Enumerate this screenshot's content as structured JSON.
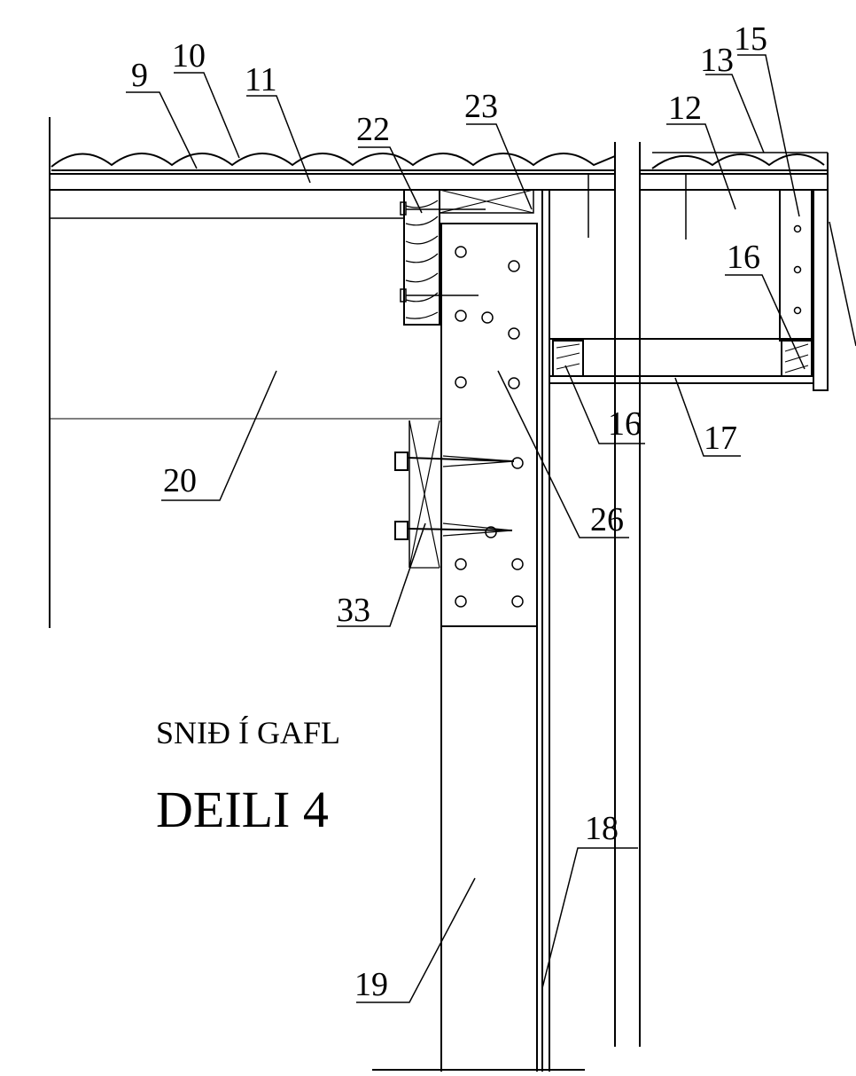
{
  "drawing": {
    "caption_section": "SNIÐ Í GAFL",
    "caption_detail": "DEILI 4",
    "labels": {
      "l9": "9",
      "l10": "10",
      "l11": "11",
      "l12": "12",
      "l13": "13",
      "l15": "15",
      "l16a": "16",
      "l16b": "16",
      "l17": "17",
      "l18": "18",
      "l19": "19",
      "l20": "20",
      "l22": "22",
      "l23": "23",
      "l26": "26",
      "l33": "33"
    }
  }
}
